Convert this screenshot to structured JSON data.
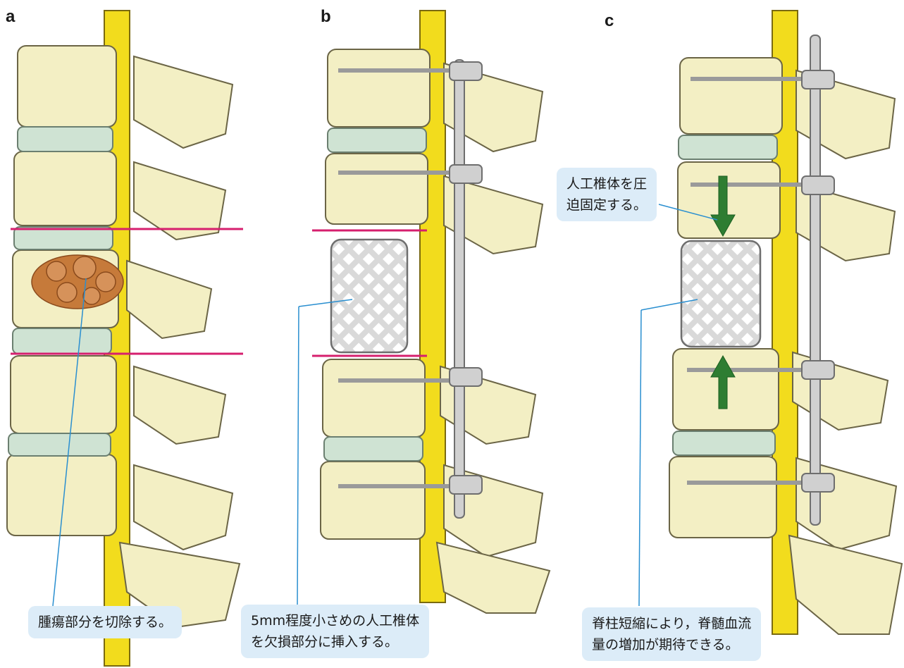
{
  "panels": [
    {
      "letter": "a",
      "caption": "腫瘍部分を切除する。"
    },
    {
      "letter": "b",
      "caption": "5mm程度小さめの人工椎体\nを欠損部分に挿入する。"
    },
    {
      "letter": "c",
      "caption": "脊柱短縮により，脊髄血流\n量の増加が期待できる。",
      "note": "人工椎体を圧\n迫固定する。"
    }
  ],
  "colors": {
    "bone": "#f3efc4",
    "bone_stroke": "#6b6546",
    "disc": "#cfe3d3",
    "spinal_cord": "#f2dc1d",
    "cut_line": "#d61f6e",
    "tumor": "#c67a3a",
    "implant": "#bdbdbd",
    "rod": "#c8c8c8",
    "arrow": "#2e7d32",
    "leader_line": "#2a8fd0",
    "callout_bg": "#dcecf8"
  }
}
